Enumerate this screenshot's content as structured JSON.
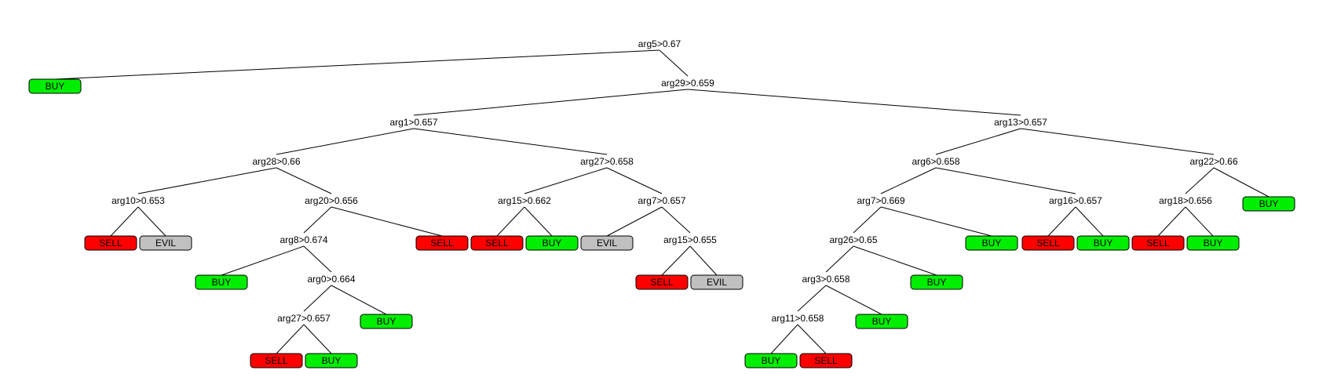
{
  "colors": {
    "buy": "#00ee00",
    "sell": "#ff0000",
    "evil": "#c0c0c0",
    "edge": "#000000",
    "border": "#000000"
  },
  "tree": {
    "id": "n1",
    "label": "arg5>0.67",
    "children": [
      {
        "id": "l1",
        "label": "BUY",
        "leaf": "buy"
      },
      {
        "id": "n2",
        "label": "arg29>0.659",
        "children": [
          {
            "id": "n3",
            "label": "arg1>0.657",
            "children": [
              {
                "id": "n4",
                "label": "arg28>0.66",
                "children": [
                  {
                    "id": "n5",
                    "label": "arg10>0.653",
                    "children": [
                      {
                        "id": "l2",
                        "label": "SELL",
                        "leaf": "sell"
                      },
                      {
                        "id": "l3",
                        "label": "EVIL",
                        "leaf": "evil"
                      }
                    ]
                  },
                  {
                    "id": "n6",
                    "label": "arg20>0.656",
                    "children": [
                      {
                        "id": "n7",
                        "label": "arg8>0.674",
                        "children": [
                          {
                            "id": "l4",
                            "label": "BUY",
                            "leaf": "buy"
                          },
                          {
                            "id": "n8",
                            "label": "arg0>0.664",
                            "children": [
                              {
                                "id": "n9",
                                "label": "arg27>0.657",
                                "children": [
                                  {
                                    "id": "l5",
                                    "label": "SELL",
                                    "leaf": "sell"
                                  },
                                  {
                                    "id": "l6",
                                    "label": "BUY",
                                    "leaf": "buy"
                                  }
                                ]
                              },
                              {
                                "id": "l7",
                                "label": "BUY",
                                "leaf": "buy"
                              }
                            ]
                          }
                        ]
                      },
                      {
                        "id": "l8",
                        "label": "SELL",
                        "leaf": "sell"
                      }
                    ]
                  }
                ]
              },
              {
                "id": "n10",
                "label": "arg27>0.658",
                "children": [
                  {
                    "id": "n11",
                    "label": "arg15>0.662",
                    "children": [
                      {
                        "id": "l9",
                        "label": "SELL",
                        "leaf": "sell"
                      },
                      {
                        "id": "l10",
                        "label": "BUY",
                        "leaf": "buy"
                      }
                    ]
                  },
                  {
                    "id": "n12",
                    "label": "arg7>0.657",
                    "children": [
                      {
                        "id": "l11",
                        "label": "EVIL",
                        "leaf": "evil"
                      },
                      {
                        "id": "n13",
                        "label": "arg15>0.655",
                        "children": [
                          {
                            "id": "l12",
                            "label": "SELL",
                            "leaf": "sell"
                          },
                          {
                            "id": "l13",
                            "label": "EVIL",
                            "leaf": "evil"
                          }
                        ]
                      }
                    ]
                  }
                ]
              }
            ]
          },
          {
            "id": "n14",
            "label": "arg13>0.657",
            "children": [
              {
                "id": "n15",
                "label": "arg6>0.658",
                "children": [
                  {
                    "id": "n16",
                    "label": "arg7>0.669",
                    "children": [
                      {
                        "id": "n17",
                        "label": "arg26>0.65",
                        "children": [
                          {
                            "id": "n18",
                            "label": "arg3>0.658",
                            "children": [
                              {
                                "id": "n19",
                                "label": "arg11>0.658",
                                "children": [
                                  {
                                    "id": "l14",
                                    "label": "BUY",
                                    "leaf": "buy"
                                  },
                                  {
                                    "id": "l15",
                                    "label": "SELL",
                                    "leaf": "sell"
                                  }
                                ]
                              },
                              {
                                "id": "l16",
                                "label": "BUY",
                                "leaf": "buy"
                              }
                            ]
                          },
                          {
                            "id": "l17",
                            "label": "BUY",
                            "leaf": "buy"
                          }
                        ]
                      },
                      {
                        "id": "l18",
                        "label": "BUY",
                        "leaf": "buy"
                      }
                    ]
                  },
                  {
                    "id": "n20",
                    "label": "arg16>0.657",
                    "children": [
                      {
                        "id": "l19",
                        "label": "SELL",
                        "leaf": "sell"
                      },
                      {
                        "id": "l20",
                        "label": "BUY",
                        "leaf": "buy"
                      }
                    ]
                  }
                ]
              },
              {
                "id": "n21",
                "label": "arg22>0.66",
                "children": [
                  {
                    "id": "n22",
                    "label": "arg18>0.656",
                    "children": [
                      {
                        "id": "l21",
                        "label": "SELL",
                        "leaf": "sell"
                      },
                      {
                        "id": "l22",
                        "label": "BUY",
                        "leaf": "buy"
                      }
                    ]
                  },
                  {
                    "id": "l23",
                    "label": "BUY",
                    "leaf": "buy"
                  }
                ]
              }
            ]
          }
        ]
      }
    ]
  }
}
